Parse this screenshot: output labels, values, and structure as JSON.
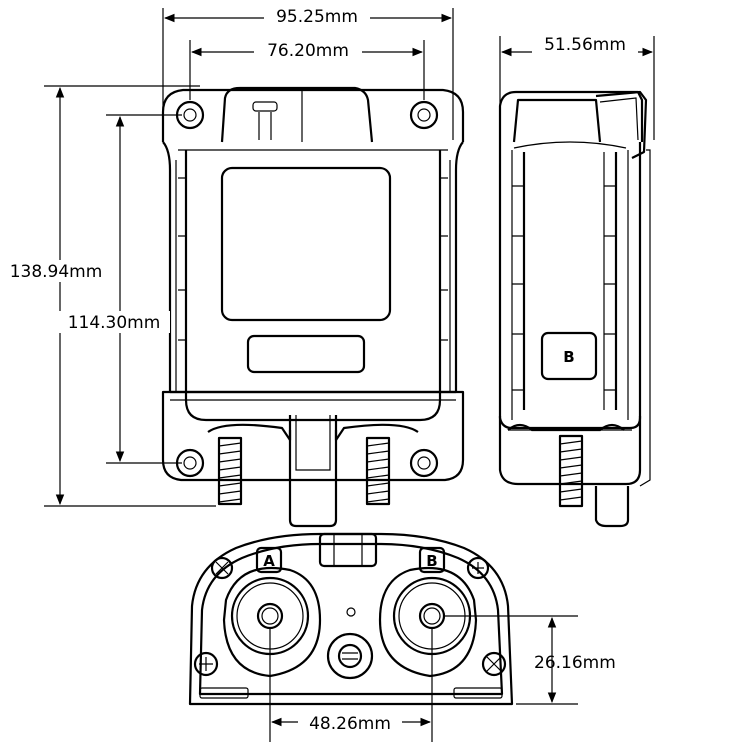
{
  "dimensions": {
    "overall_width": "95.25mm",
    "mount_hole_spacing_width": "76.20mm",
    "side_depth": "51.56mm",
    "overall_height": "138.94mm",
    "mount_hole_spacing_height": "114.30mm",
    "stud_height": "26.16mm",
    "stud_spacing": "48.26mm"
  },
  "terminals": {
    "a_label": "A",
    "b_label": "B",
    "side_label": "B"
  }
}
